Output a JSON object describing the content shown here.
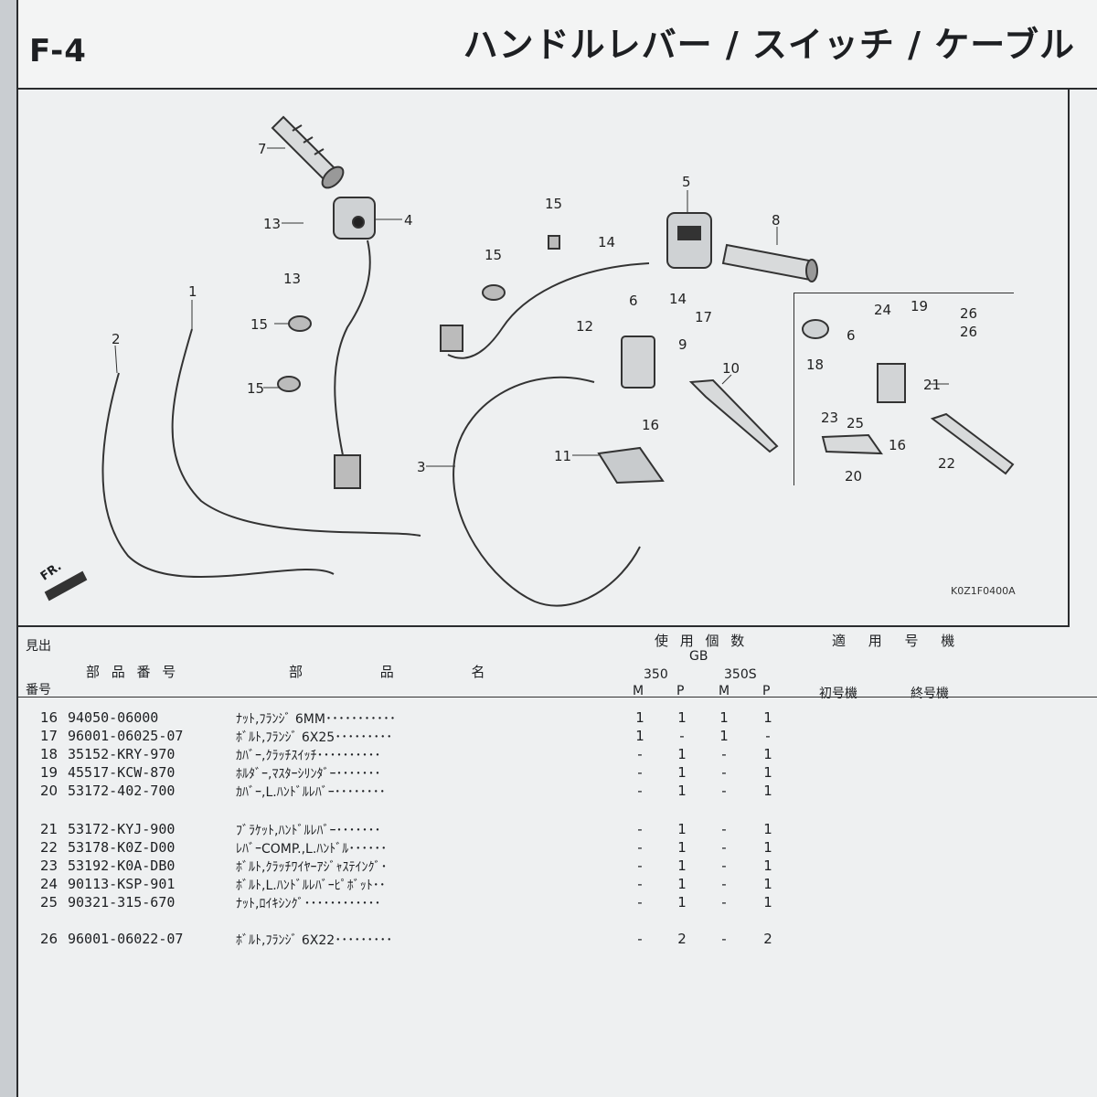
{
  "header": {
    "code": "F-4",
    "title": "ハンドルレバー / スイッチ / ケーブル"
  },
  "diagram": {
    "callouts": [
      "7",
      "4",
      "13",
      "13",
      "15",
      "15",
      "15",
      "1",
      "2",
      "5",
      "8",
      "15",
      "15",
      "14",
      "6",
      "14",
      "12",
      "17",
      "9",
      "10",
      "16",
      "11",
      "3",
      "24",
      "19",
      "26",
      "26",
      "6",
      "18",
      "21",
      "23",
      "25",
      "16",
      "20",
      "22"
    ],
    "fr_label": "FR.",
    "diagram_code": "K0Z1F0400A"
  },
  "table": {
    "headers": {
      "midashi": "見出",
      "bango": "番号",
      "part_number": "部 品 番 号",
      "part_name": "部 品 名",
      "usage": "使 用 個 数",
      "model": "GB",
      "variant_a": "350",
      "variant_b": "350S",
      "m": "M",
      "p": "P",
      "applicable": "適 用 号 機",
      "first": "初号機",
      "last": "終号機"
    },
    "rows": [
      {
        "ref": "16",
        "pn": "94050-06000",
        "name": "ﾅｯﾄ,ﾌﾗﾝｼﾞ 6MM･･･････････",
        "q": [
          "1",
          "1",
          "1",
          "1"
        ]
      },
      {
        "ref": "17",
        "pn": "96001-06025-07",
        "name": "ﾎﾞﾙﾄ,ﾌﾗﾝｼﾞ 6X25･････････",
        "q": [
          "1",
          "-",
          "1",
          "-"
        ]
      },
      {
        "ref": "18",
        "pn": "35152-KRY-970",
        "name": "ｶﾊﾞｰ,ｸﾗｯﾁｽｲｯﾁ･･････････",
        "q": [
          "-",
          "1",
          "-",
          "1"
        ]
      },
      {
        "ref": "19",
        "pn": "45517-KCW-870",
        "name": "ﾎﾙﾀﾞｰ,ﾏｽﾀｰｼﾘﾝﾀﾞｰ･･･････",
        "q": [
          "-",
          "1",
          "-",
          "1"
        ]
      },
      {
        "ref": "20",
        "pn": "53172-402-700",
        "name": "ｶﾊﾞｰ,L.ﾊﾝﾄﾞﾙﾚﾊﾞｰ････････",
        "q": [
          "-",
          "1",
          "-",
          "1"
        ]
      },
      {
        "ref": "21",
        "pn": "53172-KYJ-900",
        "name": "ﾌﾞﾗｹｯﾄ,ﾊﾝﾄﾞﾙﾚﾊﾞｰ･･･････",
        "q": [
          "-",
          "1",
          "-",
          "1"
        ]
      },
      {
        "ref": "22",
        "pn": "53178-K0Z-D00",
        "name": "ﾚﾊﾞｰCOMP.,L.ﾊﾝﾄﾞﾙ･･････",
        "q": [
          "-",
          "1",
          "-",
          "1"
        ]
      },
      {
        "ref": "23",
        "pn": "53192-K0A-DB0",
        "name": "ﾎﾞﾙﾄ,ｸﾗｯﾁﾜｲﾔｰｱｼﾞｬｽﾃｲﾝｸﾞ･",
        "q": [
          "-",
          "1",
          "-",
          "1"
        ]
      },
      {
        "ref": "24",
        "pn": "90113-KSP-901",
        "name": "ﾎﾞﾙﾄ,L.ﾊﾝﾄﾞﾙﾚﾊﾞｰﾋﾟﾎﾞｯﾄ･･",
        "q": [
          "-",
          "1",
          "-",
          "1"
        ]
      },
      {
        "ref": "25",
        "pn": "90321-315-670",
        "name": "ﾅｯﾄ,ﾛｲｷｼﾝｸﾞ････････････",
        "q": [
          "-",
          "1",
          "-",
          "1"
        ]
      },
      {
        "ref": "26",
        "pn": "96001-06022-07",
        "name": "ﾎﾞﾙﾄ,ﾌﾗﾝｼﾞ 6X22･････････",
        "q": [
          "-",
          "2",
          "-",
          "2"
        ]
      }
    ]
  }
}
